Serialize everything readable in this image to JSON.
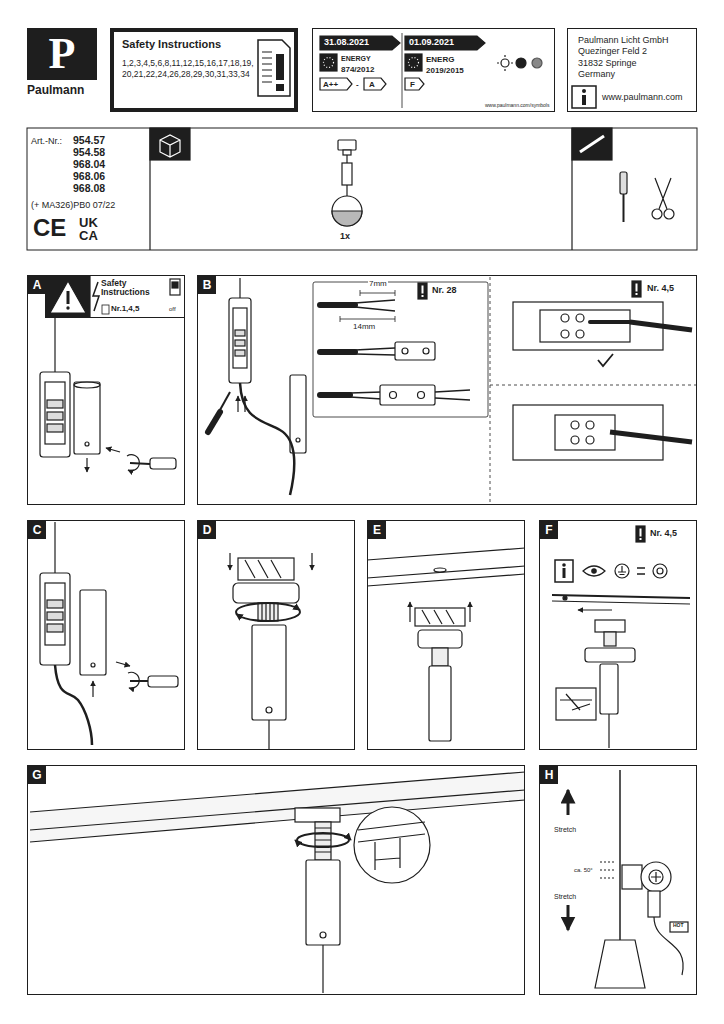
{
  "diagram": {
    "nodes": [
      {
        "text": [
          "P",
          "Paulmann"
        ]
      },
      {
        "text": [
          "Safety Instructions",
          "1,2,3,4,5,6,8,11,12,15,16,17,18,19, 20,21,22,24,26,28,29,30,31,33,34"
        ]
      },
      {
        "text": [
          "31.08.2021",
          "01.09.2021",
          "ENERGY",
          "874/2012",
          "A++",
          "-",
          "A",
          "ENERG",
          "2019/2015",
          "F",
          "www.paulmann.com/symbols"
        ]
      },
      {
        "text": [
          "Paulmann Licht GmbH Quezinger Feld 2 31832 Springe Germany",
          "www.paulmann.com"
        ]
      },
      {
        "text": [
          "Art.-Nr.:",
          "954.57 954.58 968.04 968.06 968.08",
          "(+ MA326)PB0 07/22",
          "CE",
          "UK CA"
        ]
      },
      {
        "text": [
          "1x"
        ]
      },
      {
        "text": [
          "A"
        ]
      },
      {
        "text": [
          "Safety Instructions",
          "Nr.1,4,5",
          "off"
        ],
        "in": 6
      },
      {
        "text": [
          "B"
        ]
      },
      {
        "text": [
          "Nr. 28"
        ],
        "in": 8
      },
      {
        "text": [
          "Nr. 4,5"
        ],
        "in": 8
      },
      {
        "text": [
          "C"
        ]
      },
      {
        "text": [
          "D"
        ]
      },
      {
        "text": [
          "E"
        ]
      },
      {
        "text": [
          "F"
        ]
      },
      {
        "text": [
          "Nr. 4,5"
        ],
        "in": 14
      },
      {
        "text": [
          "G"
        ]
      },
      {
        "text": [
          "H"
        ]
      }
    ],
    "labels": [
      "7mm",
      "14mm",
      "Stretch",
      "ca. 50°",
      "Stretch",
      "HOT"
    ]
  }
}
